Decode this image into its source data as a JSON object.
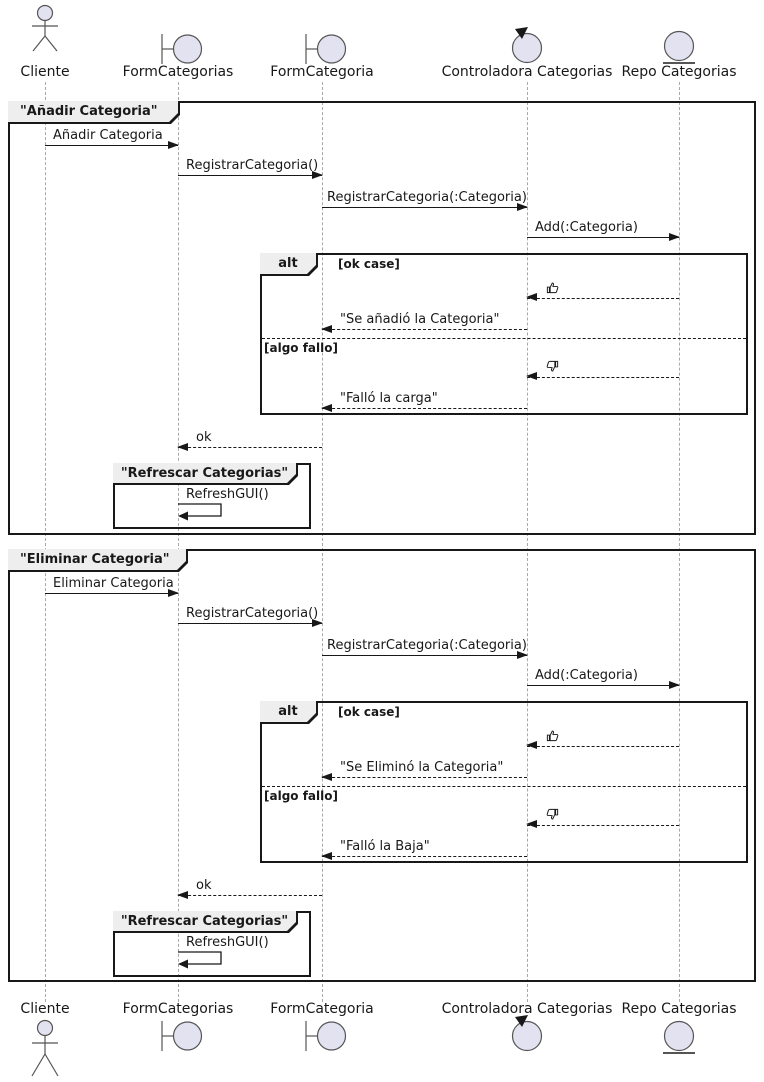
{
  "participants": [
    {
      "label": "Cliente",
      "icon": "actor"
    },
    {
      "label": "FormCategorias",
      "icon": "boundary"
    },
    {
      "label": "FormCategoria",
      "icon": "boundary"
    },
    {
      "label": "Controladora Categorias",
      "icon": "control"
    },
    {
      "label": "Repo Categorias",
      "icon": "entity"
    }
  ],
  "frames": [
    {
      "title": "\"Añadir Categoria\"",
      "request": "Añadir Categoria",
      "registrar": "RegistrarCategoria()",
      "registrar_param": "RegistrarCategoria(:Categoria)",
      "add": "Add(:Categoria)",
      "alt_keyword": "alt",
      "guard_ok": "[ok case]",
      "reply_ok": "\"Se añadió la Categoria\"",
      "guard_fail": "[algo fallo]",
      "reply_fail": "\"Falló la carga\"",
      "ok": "ok",
      "refresh_title": "\"Refrescar Categorias\"",
      "refresh_call": "RefreshGUI()"
    },
    {
      "title": "\"Eliminar Categoria\"",
      "request": "Eliminar Categoria",
      "registrar": "RegistrarCategoria()",
      "registrar_param": "RegistrarCategoria(:Categoria)",
      "add": "Add(:Categoria)",
      "alt_keyword": "alt",
      "guard_ok": "[ok case]",
      "reply_ok": "\"Se Eliminó la Categoria\"",
      "guard_fail": "[algo fallo]",
      "reply_fail": "\"Falló la Baja\"",
      "ok": "ok",
      "refresh_title": "\"Refrescar Categorias\"",
      "refresh_call": "RefreshGUI()"
    }
  ],
  "colors": {
    "line": "#181818",
    "pentagon_fill": "#EEEEEE",
    "shape_fill": "#E2E2F0",
    "lifeline": "#A8A8A8",
    "background": "#FFFFFF"
  }
}
